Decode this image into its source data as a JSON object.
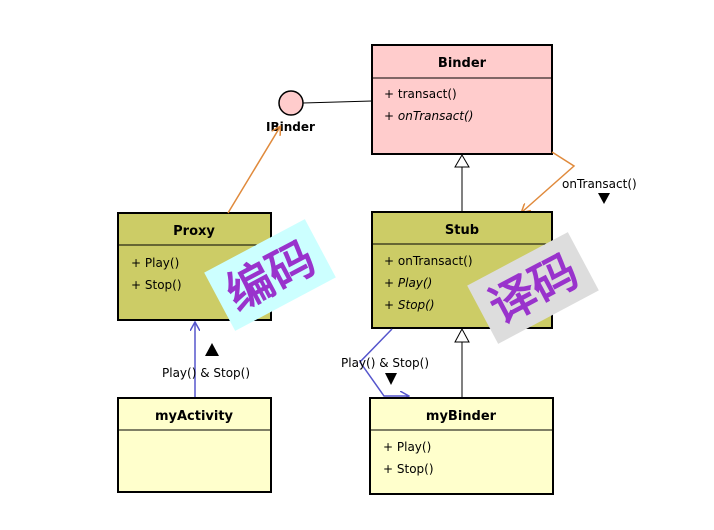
{
  "binder": {
    "title": "Binder",
    "members": [
      "+ transact()",
      "+ onTransact()"
    ],
    "fill": "#ffcccc"
  },
  "stub": {
    "title": "Stub",
    "members": [
      "+ onTransact()",
      "+ Play()",
      "+ Stop()"
    ],
    "fill": "#cccc66"
  },
  "proxy": {
    "title": "Proxy",
    "members": [
      "+ Play()",
      "+ Stop()"
    ],
    "fill": "#cccc66"
  },
  "myactivity": {
    "title": "myActivity",
    "fill": "#ffffcc"
  },
  "mybinder": {
    "title": "myBinder",
    "members": [
      "+ Play()",
      "+ Stop()"
    ],
    "fill": "#ffffcc"
  },
  "interface": {
    "name": "IBinder",
    "fill": "#ffcccc"
  },
  "labels": {
    "on_transact": "onTransact()",
    "play_stop_left": "Play() & Stop()",
    "play_stop_right": "Play() & Stop()"
  },
  "stickers": {
    "encode": {
      "text": "编码",
      "bg": "#ccffff",
      "fg": "#9933cc"
    },
    "decode": {
      "text": "译码",
      "bg": "#dddddd",
      "fg": "#9933cc"
    }
  },
  "colors": {
    "orange_arrow": "#e08a3c",
    "blue_arrow": "#5555cc",
    "line": "#000000"
  }
}
